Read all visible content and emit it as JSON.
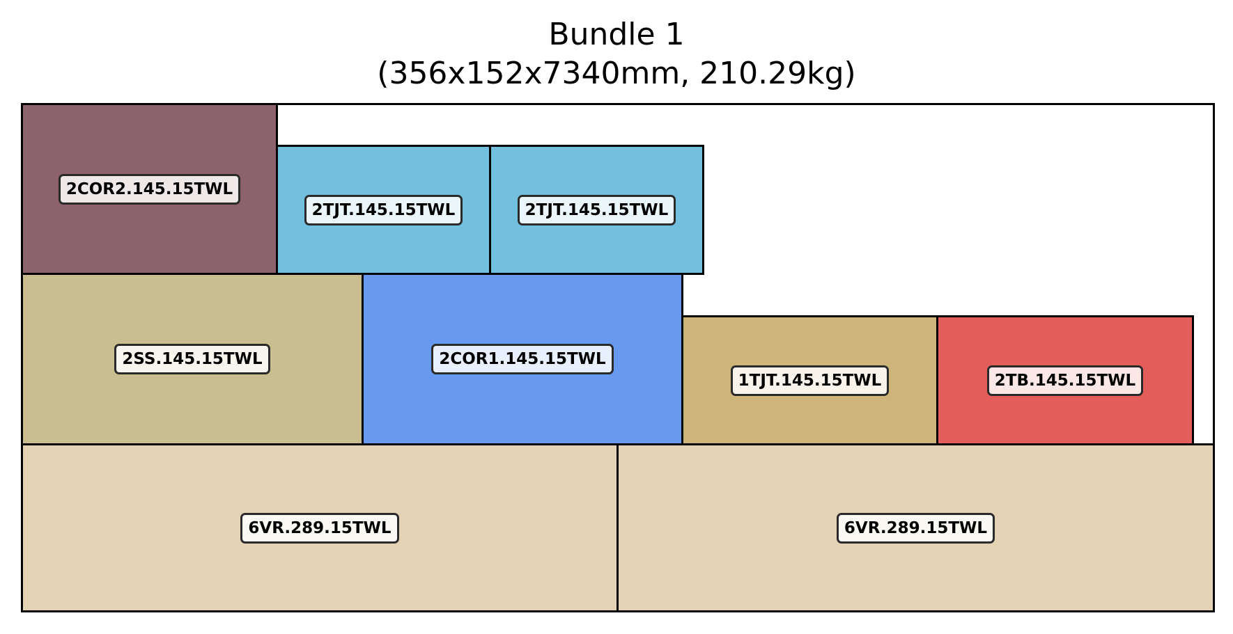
{
  "title": {
    "line1": "Bundle 1",
    "line2": "(356x152x7340mm, 210.29kg)"
  },
  "pieces": [
    {
      "label": "2COR2.145.15TWL",
      "color": "#8c636d"
    },
    {
      "label": "2TJT.145.15TWL",
      "color": "#72c0de"
    },
    {
      "label": "2TJT.145.15TWL",
      "color": "#72c0de"
    },
    {
      "label": "2SS.145.15TWL",
      "color": "#c8be90"
    },
    {
      "label": "2COR1.145.15TWL",
      "color": "#6799ee"
    },
    {
      "label": "1TJT.145.15TWL",
      "color": "#cdb57a"
    },
    {
      "label": "2TB.145.15TWL",
      "color": "#e35d5a"
    },
    {
      "label": "6VR.289.15TWL",
      "color": "#e3d3b4"
    },
    {
      "label": "6VR.289.15TWL",
      "color": "#e3d3b4"
    }
  ]
}
